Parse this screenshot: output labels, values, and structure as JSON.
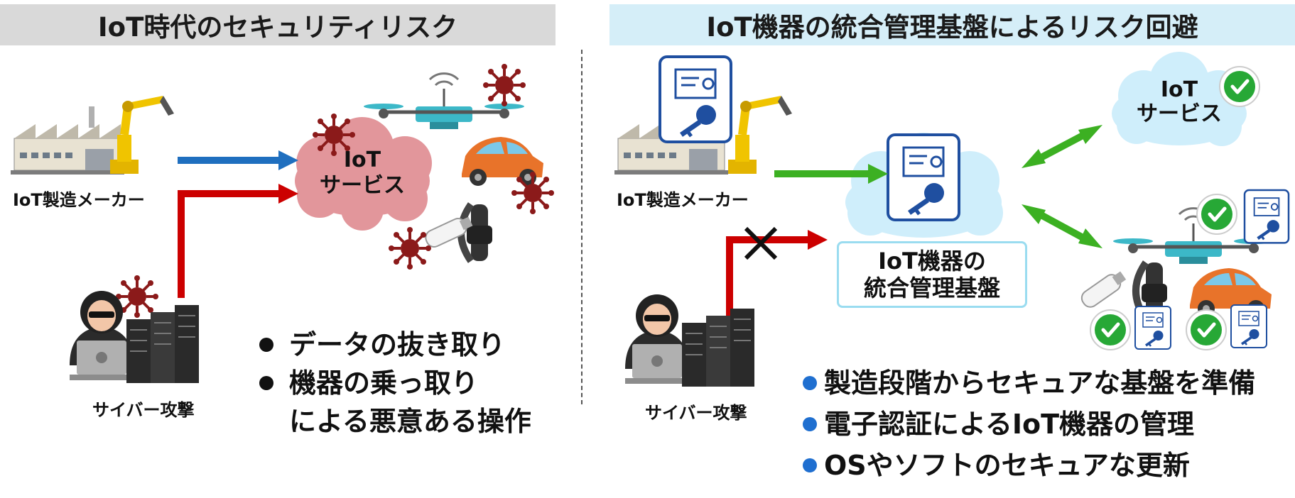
{
  "left_panel": {
    "title": "IoT時代のセキュリティリスク",
    "manufacturer_label": "IoT製造メーカー",
    "cloud_line1": "IoT",
    "cloud_line2": "サービス",
    "attacker_label": "サイバー攻撃",
    "bullets": [
      "データの抜き取り",
      "機器の乗っ取り",
      "による悪意ある操作"
    ]
  },
  "right_panel": {
    "title": "IoT機器の統合管理基盤によるリスク回避",
    "manufacturer_label": "IoT製造メーカー",
    "service_line1": "IoT",
    "service_line2": "サービス",
    "platform_line1": "IoT機器の",
    "platform_line2": "統合管理基盤",
    "attacker_label": "サイバー攻撃",
    "bullets": [
      "製造段階からセキュアな基盤を準備",
      "電子認証によるIoT機器の管理",
      "OSやソフトのセキュアな更新"
    ]
  },
  "colors": {
    "blue_arrow": "#1f6fbf",
    "red_arrow": "#cc0000",
    "green_arrow": "#3cb022",
    "threat_cloud": "#e2969b",
    "safe_cloud": "#cfeefb",
    "certificate_border": "#1f4fa0",
    "check_green": "#27a836"
  },
  "icons": [
    "factory-icon",
    "robot-arm-icon",
    "virus-icon",
    "drone-icon",
    "car-icon",
    "smartband-icon",
    "usb-stick-icon",
    "hacker-icon",
    "server-rack-icon",
    "certificate-key-icon",
    "check-icon",
    "cross-icon"
  ]
}
